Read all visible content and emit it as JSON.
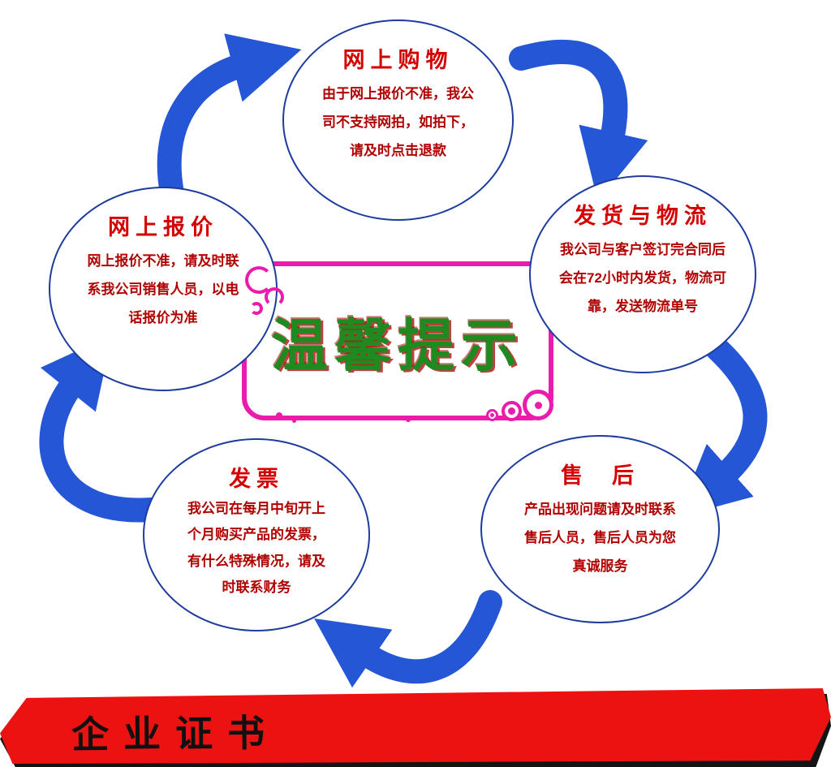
{
  "center": {
    "title": "温馨提示"
  },
  "nodes": [
    {
      "id": "shopping",
      "title": "网上购物",
      "body": "由于网上报价不准，我公\n司不支持网拍，如拍下，\n请及时点击退款"
    },
    {
      "id": "shipping",
      "title": "发货与物流",
      "body": "我公司与客户签订完合同后\n会在72小时内发货，物流可\n靠，发送物流单号"
    },
    {
      "id": "aftersale",
      "title": "售  后",
      "body": "产品出现问题请及时联系\n售后人员，售后人员为您\n真诚服务"
    },
    {
      "id": "invoice",
      "title": "发票",
      "body": "我公司在每月中旬开上\n个月购买产品的发票，\n有什么特殊情况，请及\n时联系财务"
    },
    {
      "id": "quote",
      "title": "网上报价",
      "body": "网上报价不准，请及时联\n系我公司销售人员，以电\n话报价为准"
    }
  ],
  "banner": {
    "label": "企业证书"
  },
  "colors": {
    "arrow_blue": "#2456d5",
    "circle_border": "#1d3c9e",
    "title_red": "#d40000",
    "body_red": "#b00000",
    "frame_pink": "#ea1bad",
    "center_green": "#1f8a1f",
    "banner_red": "#ed1212",
    "banner_text": "#101010"
  }
}
